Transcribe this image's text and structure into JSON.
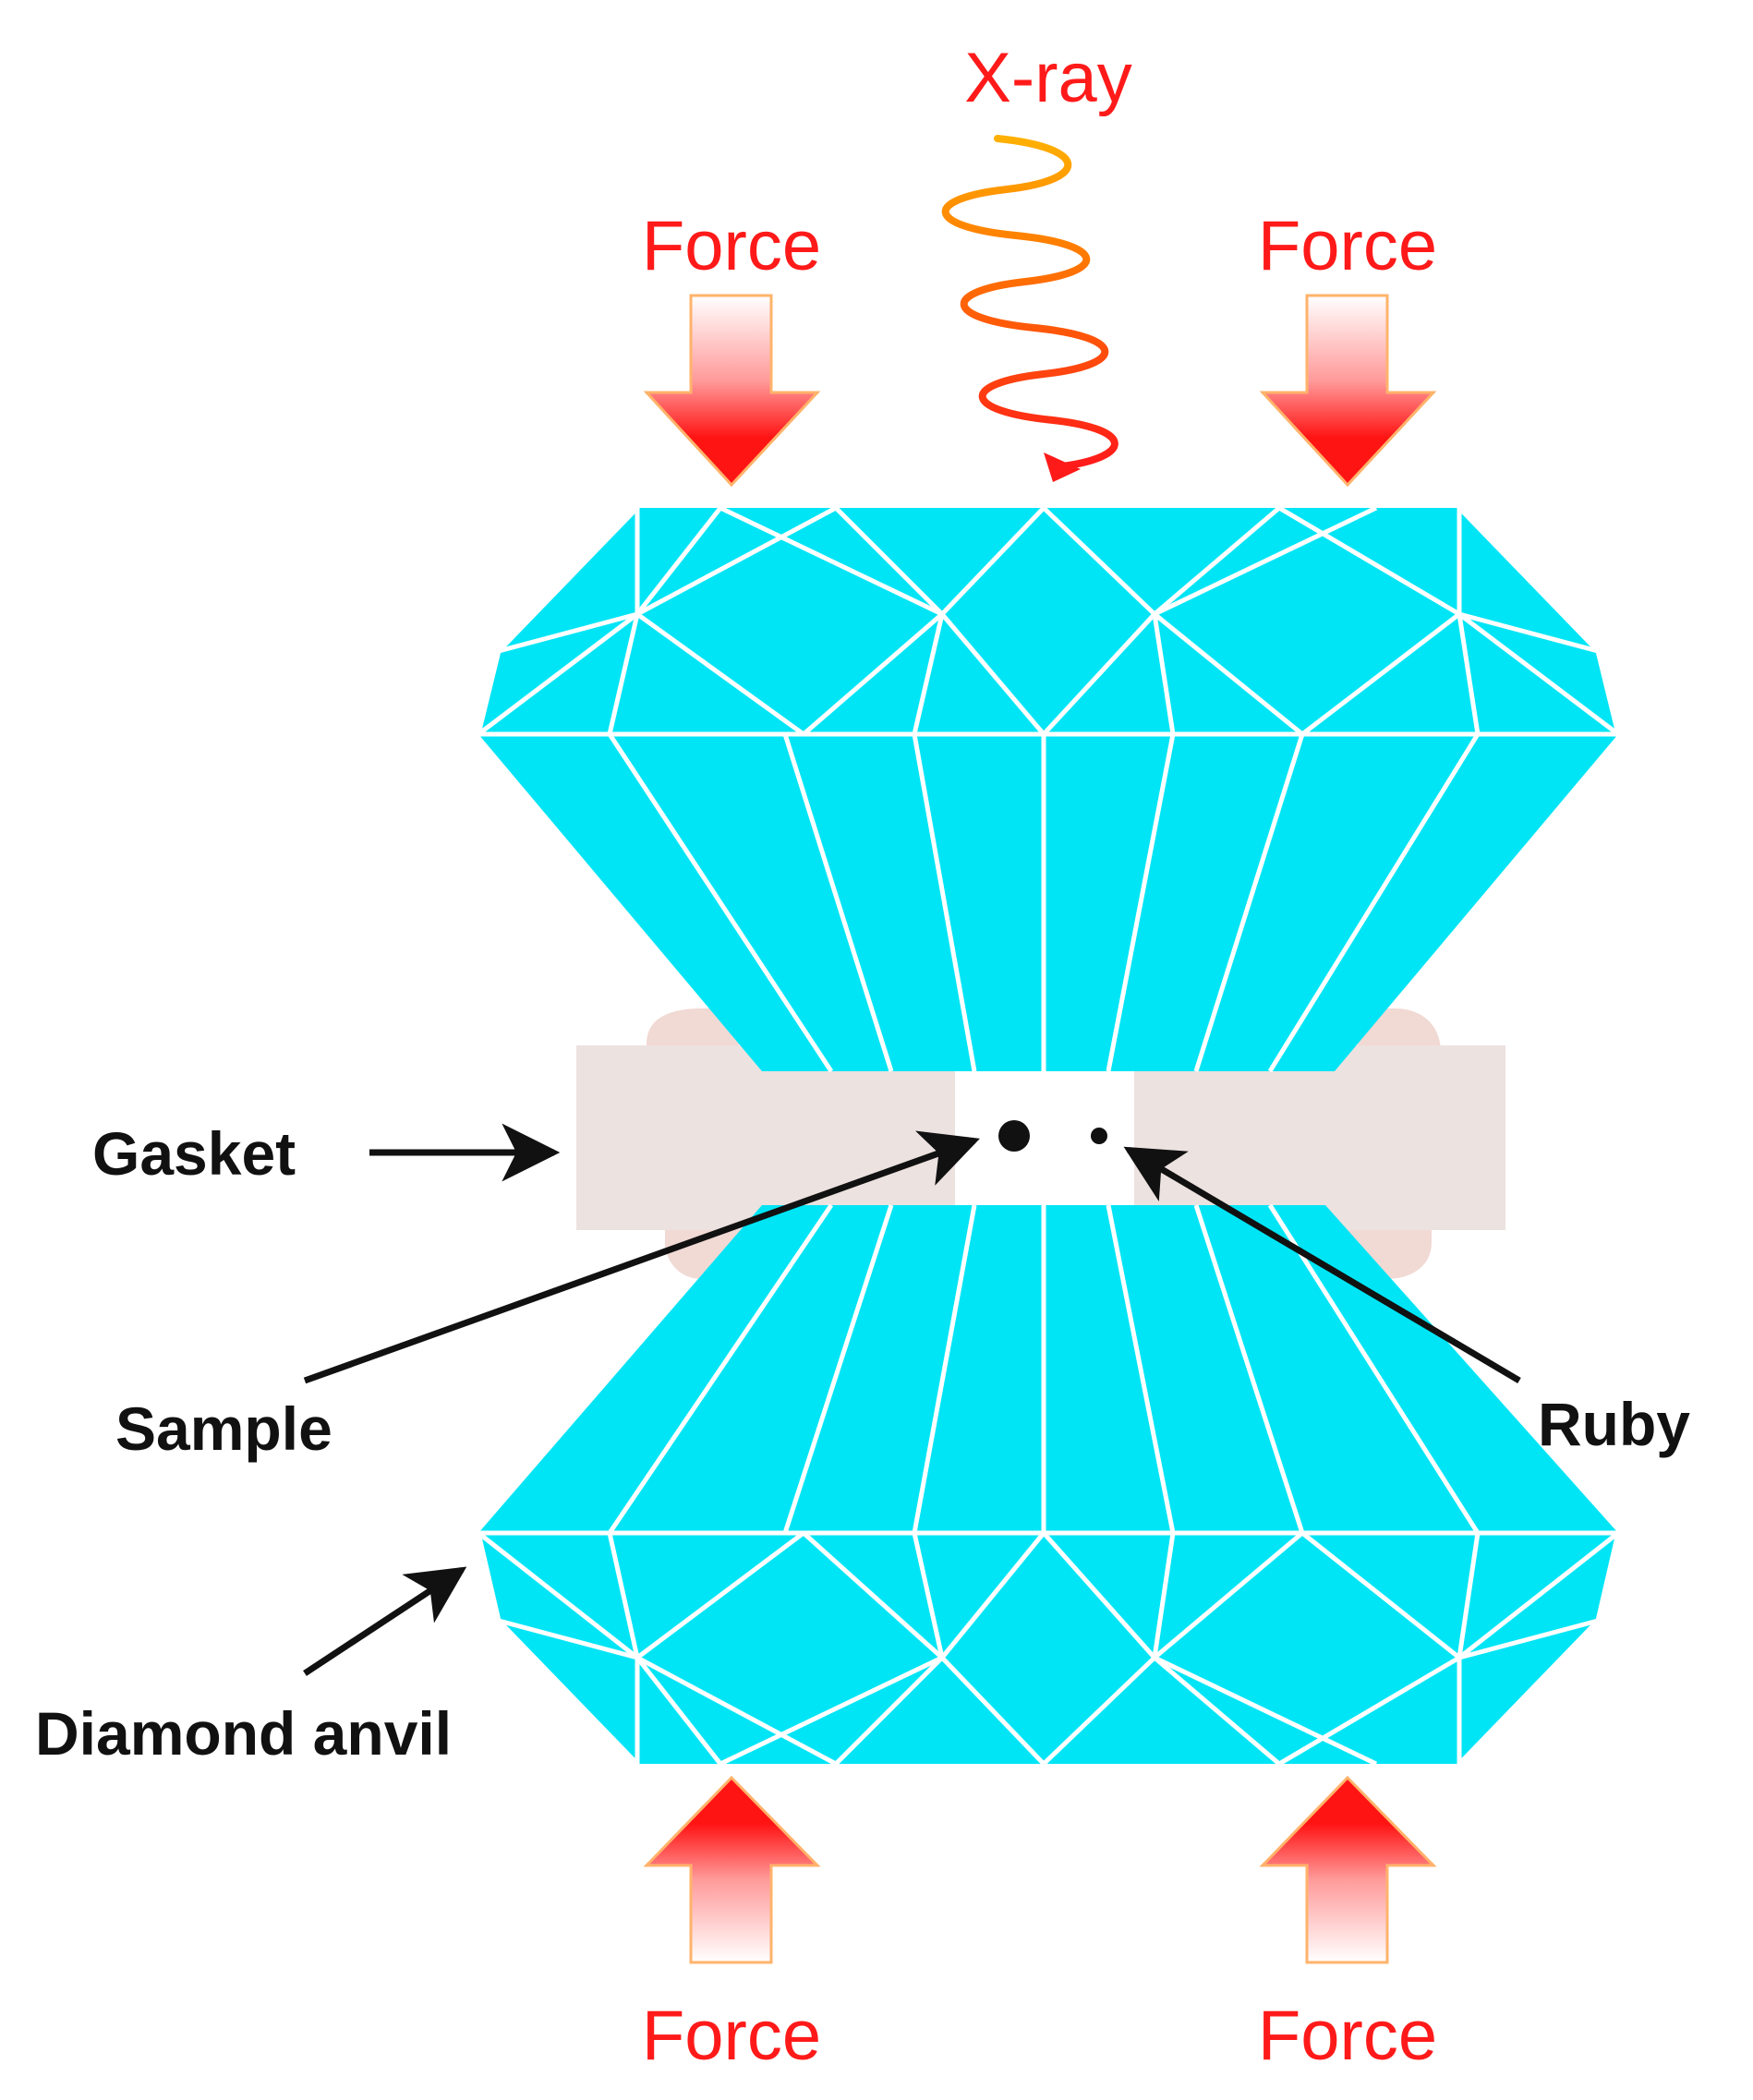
{
  "labels": {
    "xray": "X-ray",
    "force_top_left": "Force",
    "force_top_right": "Force",
    "force_bottom_left": "Force",
    "force_bottom_right": "Force",
    "gasket": "Gasket",
    "sample": "Sample",
    "ruby": "Ruby",
    "diamond_anvil": "Diamond anvil"
  },
  "colors": {
    "diamond": "#00e5f5",
    "facet_lines": "#ffffff",
    "gasket": "#ece2e0",
    "gasket_shadow": "#f1d9d4",
    "force_arrow": "#ff1414",
    "force_label": "#ff1a1a",
    "xray_wave": "#ff2a1a",
    "pointer": "#111111"
  },
  "icons": {
    "force_arrow": "down-arrow-icon",
    "xray_wave": "wave-icon"
  }
}
